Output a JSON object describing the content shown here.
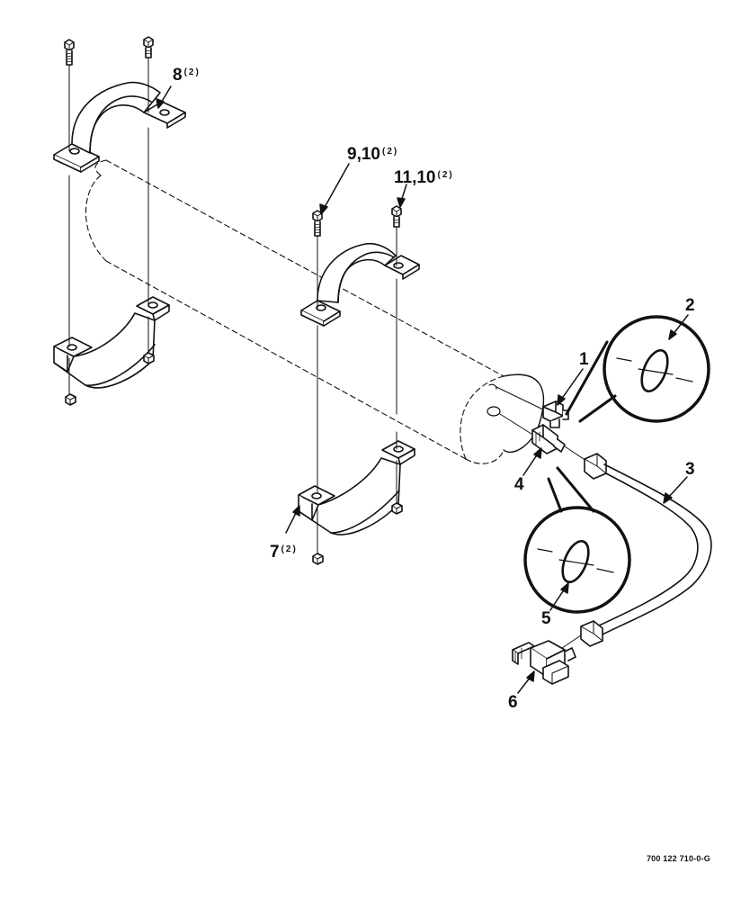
{
  "callouts": [
    {
      "id": "8",
      "label": "8",
      "qty": "(2)"
    },
    {
      "id": "9",
      "label": "9,10",
      "qty": "(2)"
    },
    {
      "id": "11",
      "label": "11,10",
      "qty": "(2)"
    },
    {
      "id": "2",
      "label": "2",
      "qty": ""
    },
    {
      "id": "1",
      "label": "1",
      "qty": ""
    },
    {
      "id": "3",
      "label": "3",
      "qty": ""
    },
    {
      "id": "4",
      "label": "4",
      "qty": ""
    },
    {
      "id": "7",
      "label": "7",
      "qty": "(2)"
    },
    {
      "id": "5",
      "label": "5",
      "qty": ""
    },
    {
      "id": "6",
      "label": "6",
      "qty": ""
    }
  ],
  "document_id": "700 122 710-0-G"
}
